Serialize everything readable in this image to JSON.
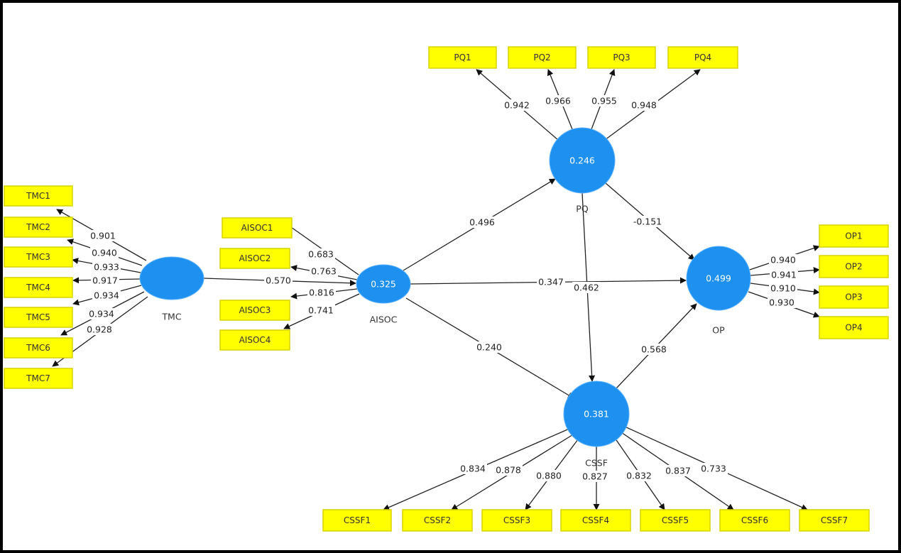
{
  "latent": {
    "TMC": {
      "label": "TMC",
      "r2": ""
    },
    "AISOC": {
      "label": "AISOC",
      "r2": "0.325"
    },
    "PQ": {
      "label": "PQ",
      "r2": "0.246"
    },
    "OP": {
      "label": "OP",
      "r2": "0.499"
    },
    "CSSF": {
      "label": "CSSF",
      "r2": "0.381"
    }
  },
  "indicators": {
    "TMC": [
      {
        "label": "TMC1",
        "loading": "0.901"
      },
      {
        "label": "TMC2",
        "loading": "0.940"
      },
      {
        "label": "TMC3",
        "loading": "0.933"
      },
      {
        "label": "TMC4",
        "loading": "0.917"
      },
      {
        "label": "TMC5",
        "loading": "0.934"
      },
      {
        "label": "TMC6",
        "loading": "0.934"
      },
      {
        "label": "TMC7",
        "loading": "0.928"
      }
    ],
    "AISOC": [
      {
        "label": "AISOC1",
        "loading": "0.683"
      },
      {
        "label": "AISOC2",
        "loading": "0.763"
      },
      {
        "label": "AISOC3",
        "loading": "0.816"
      },
      {
        "label": "AISOC4",
        "loading": "0.741"
      }
    ],
    "PQ": [
      {
        "label": "PQ1",
        "loading": "0.942"
      },
      {
        "label": "PQ2",
        "loading": "0.966"
      },
      {
        "label": "PQ3",
        "loading": "0.955"
      },
      {
        "label": "PQ4",
        "loading": "0.948"
      }
    ],
    "OP": [
      {
        "label": "OP1",
        "loading": "0.940"
      },
      {
        "label": "OP2",
        "loading": "0.941"
      },
      {
        "label": "OP3",
        "loading": "0.910"
      },
      {
        "label": "OP4",
        "loading": "0.930"
      }
    ],
    "CSSF": [
      {
        "label": "CSSF1",
        "loading": "0.834"
      },
      {
        "label": "CSSF2",
        "loading": "0.878"
      },
      {
        "label": "CSSF3",
        "loading": "0.880"
      },
      {
        "label": "CSSF4",
        "loading": "0.827"
      },
      {
        "label": "CSSF5",
        "loading": "0.832"
      },
      {
        "label": "CSSF6",
        "loading": "0.837"
      },
      {
        "label": "CSSF7",
        "loading": "0.733"
      }
    ]
  },
  "paths": [
    {
      "from": "TMC",
      "to": "AISOC",
      "coef": "0.570"
    },
    {
      "from": "AISOC",
      "to": "PQ",
      "coef": "0.496"
    },
    {
      "from": "AISOC",
      "to": "OP",
      "coef": "0.347"
    },
    {
      "from": "AISOC",
      "to": "CSSF",
      "coef": "0.240"
    },
    {
      "from": "PQ",
      "to": "OP",
      "coef": "-0.151"
    },
    {
      "from": "PQ",
      "to": "CSSF",
      "coef": "0.462"
    },
    {
      "from": "CSSF",
      "to": "OP",
      "coef": "0.568"
    }
  ],
  "colors": {
    "latent_fill": "#1e90f0",
    "indicator_fill": "#ffff00",
    "edge": "#222222"
  }
}
